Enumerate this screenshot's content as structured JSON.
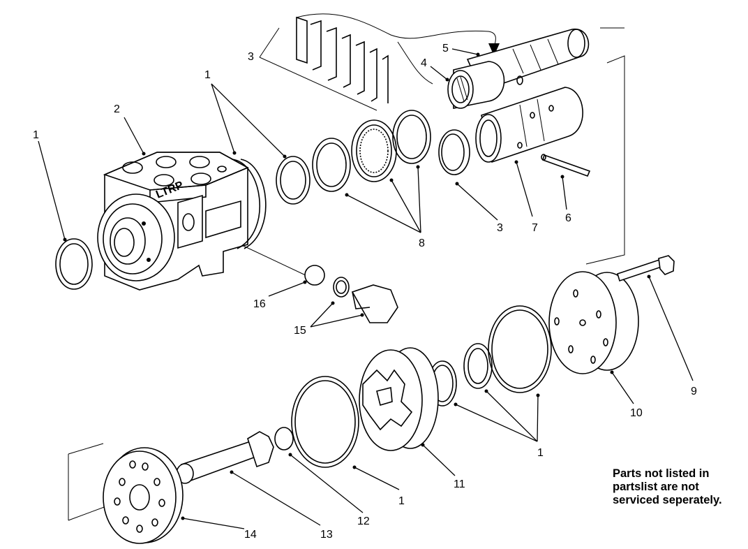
{
  "labels": {
    "l1a": "1",
    "l1b": "1",
    "l1c": "1",
    "l1d": "1",
    "l2": "2",
    "l3a": "3",
    "l3b": "3",
    "l4": "4",
    "l5": "5",
    "l6": "6",
    "l7": "7",
    "l8": "8",
    "l9": "9",
    "l10": "10",
    "l11": "11",
    "l12": "12",
    "l13": "13",
    "l14": "14",
    "l15": "15",
    "l16": "16"
  },
  "housing_ports": "LTRP",
  "note": {
    "line1": "Parts not listed in",
    "line2": "partslist are not",
    "line3": "serviced seperately."
  }
}
